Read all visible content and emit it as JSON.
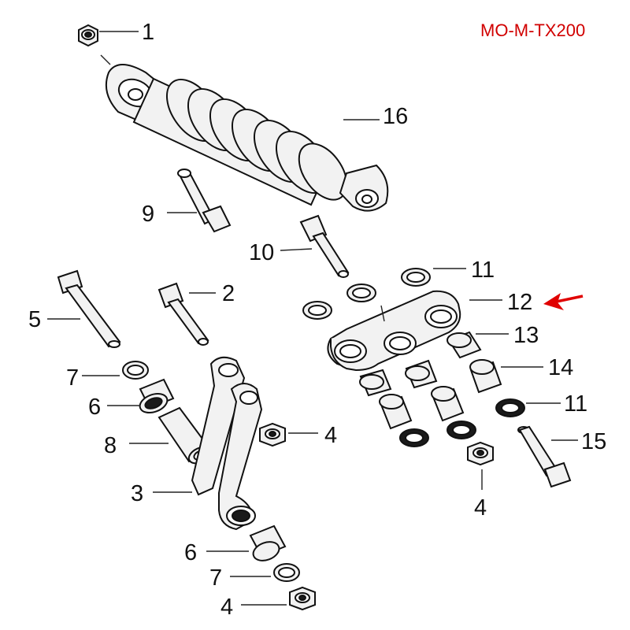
{
  "model_code": "MO-M-TX200",
  "colors": {
    "model_code": "#d10000",
    "arrow": "#e00000",
    "ink": "#111111"
  },
  "labels": [
    "1",
    "16",
    "9",
    "10",
    "11",
    "12",
    "13",
    "14",
    "11",
    "15",
    "5",
    "2",
    "7",
    "6",
    "8",
    "4",
    "4",
    "3",
    "6",
    "7",
    "4"
  ],
  "highlight": {
    "label_index": 5,
    "icon": "red-arrow-icon"
  }
}
